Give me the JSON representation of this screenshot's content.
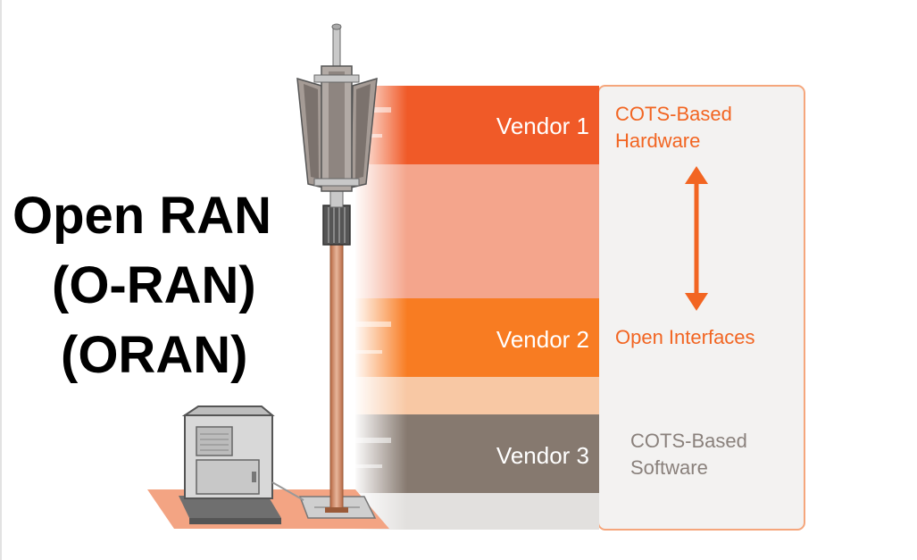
{
  "title": {
    "line1": "Open RAN",
    "line2": "(O-RAN)",
    "line3": "(ORAN)"
  },
  "vendors": [
    {
      "label": "Vendor 1",
      "color": "#f05a28"
    },
    {
      "label": "Vendor 2",
      "color": "#f87c22"
    },
    {
      "label": "Vendor 3",
      "color": "#86796f"
    }
  ],
  "side_panel": {
    "hardware_line1": "COTS-Based",
    "hardware_line2": "Hardware",
    "interfaces": "Open Interfaces",
    "software_line1": "COTS-Based",
    "software_line2": "Software"
  },
  "colors": {
    "accent": "#f26522",
    "panel_border": "#f5a67c",
    "panel_bg": "#f3f2f1",
    "software_text": "#8a817c"
  },
  "icons": [
    "antenna-icon",
    "base-station-cabinet-icon",
    "double-arrow-icon"
  ]
}
